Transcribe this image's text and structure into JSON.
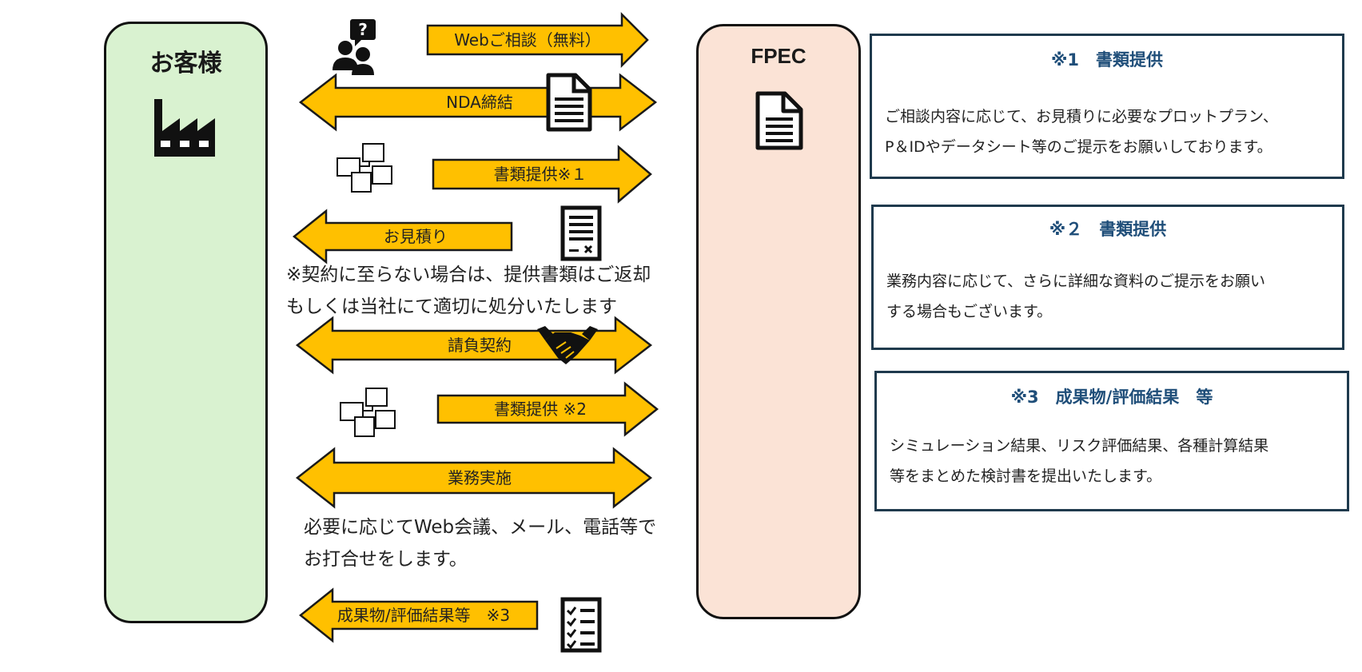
{
  "lanes": {
    "customer": {
      "title": "お客様"
    },
    "fpec": {
      "title": "FPEC"
    }
  },
  "flow": [
    {
      "label": "Webご相談（無料）",
      "direction": "right",
      "icon": "consultation-icon"
    },
    {
      "label": "NDA締結",
      "direction": "both",
      "icon": "document-icon"
    },
    {
      "label": "書類提供※１",
      "direction": "right",
      "icon": "papers-icon"
    },
    {
      "label": "お見積り",
      "direction": "left",
      "icon": "estimate-icon"
    },
    {
      "label": "請負契約",
      "direction": "both",
      "icon": "handshake-icon"
    },
    {
      "label": "書類提供 ※2",
      "direction": "right",
      "icon": "papers-icon"
    },
    {
      "label": "業務実施",
      "direction": "both"
    },
    {
      "label": "成果物/評価結果等　※3",
      "direction": "left",
      "icon": "checklist-icon"
    }
  ],
  "captions": {
    "estimate_note": [
      "※契約に至らない場合は、提供書類はご返却",
      "もしくは当社にて適切に処分いたします"
    ],
    "work_note": [
      "必要に応じてWeb会議、メール、電話等で",
      "お打合せをします。"
    ]
  },
  "notes": [
    {
      "title": "※1　書類提供",
      "lines": [
        "ご相談内容に応じて、お見積りに必要なプロットプラン、",
        "P＆IDやデータシート等のご提示をお願いしております。"
      ]
    },
    {
      "title": "※２　書類提供",
      "lines": [
        "業務内容に応じて、さらに詳細な資料のご提示をお願い",
        "する場合もございます。"
      ]
    },
    {
      "title": "※3　成果物/評価結果　等",
      "lines": [
        "シミュレーション結果、リスク評価結果、各種計算結果",
        "等をまとめた検討書を提出いたします。"
      ]
    }
  ],
  "colors": {
    "arrow_fill": "#ffc000",
    "arrow_stroke": "#1a1a1a",
    "customer_lane": "#d9f2d0",
    "fpec_lane": "#fbe3d6",
    "note_title": "#1f4e79",
    "note_border": "#1f3a4d"
  }
}
